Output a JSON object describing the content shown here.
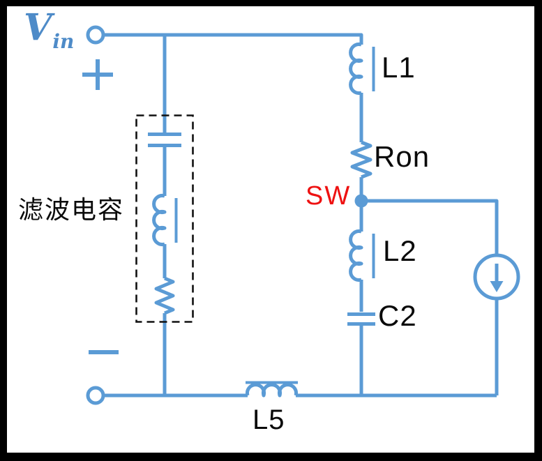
{
  "diagram": {
    "type": "circuit-schematic",
    "labels": {
      "vin_main": "V",
      "vin_sub": "in",
      "filter_capacitor": "滤波电容",
      "l1": "L1",
      "ron": "Ron",
      "sw": "SW",
      "l2": "L2",
      "c2": "C2",
      "l5": "L5"
    },
    "icons": {
      "plus_polarity": "+",
      "minus_polarity": "−",
      "terminal_positive": "open-circle-terminal",
      "terminal_negative": "open-circle-terminal",
      "sw_node": "filled-junction-dot",
      "current_source": "circle-with-down-arrow",
      "filter_box": "dashed-outline-box"
    },
    "colors": {
      "wire": "#5B9BD5",
      "vin_text": "#4E8BC8",
      "sw_text": "#EE1111",
      "component_text": "#0A0A0A",
      "frame": "#000000",
      "background": "#FFFFFF"
    }
  }
}
